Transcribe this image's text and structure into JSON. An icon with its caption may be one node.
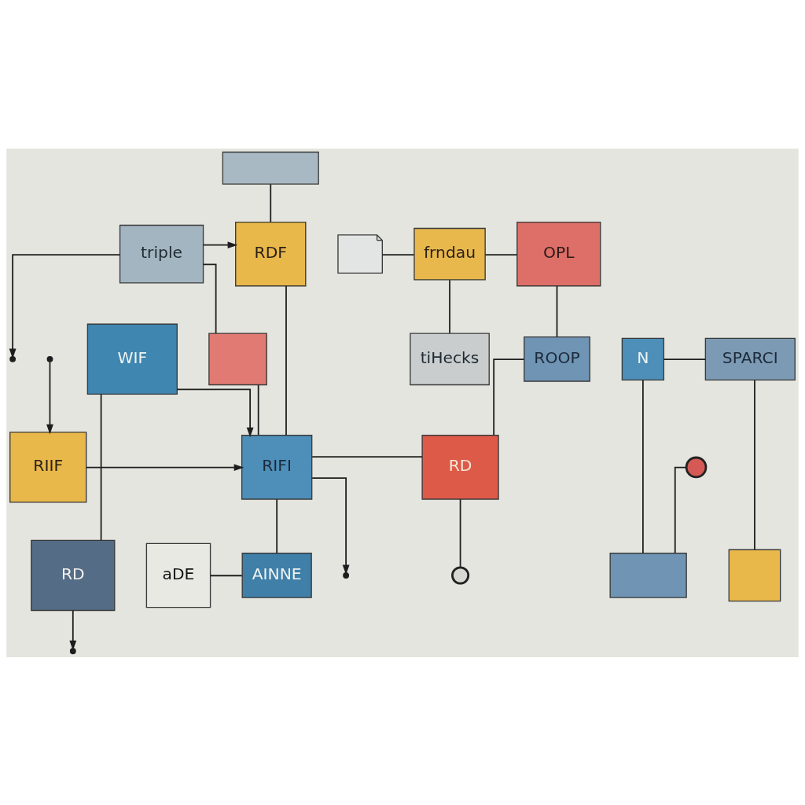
{
  "diagram": {
    "nodes": [
      {
        "text": [
          "triple"
        ]
      },
      {
        "text": [
          "RDF"
        ]
      },
      {
        "text": [],
        "shape": "picture"
      },
      {
        "text": [
          "frndau"
        ]
      },
      {
        "text": [
          "OPL"
        ]
      },
      {
        "text": [],
        "shape": "box"
      },
      {
        "text": [],
        "shape": "box"
      },
      {
        "text": [
          "tiHecks"
        ]
      },
      {
        "text": [
          "ROOP"
        ]
      },
      {
        "text": [
          "RIIF"
        ]
      },
      {
        "text": [
          "RIFI"
        ]
      },
      {
        "text": [
          "RD"
        ]
      },
      {
        "text": [],
        "shape": "circle"
      },
      {
        "text": [
          "WIF"
        ]
      },
      {
        "text": [
          "N"
        ]
      },
      {
        "text": [
          "SPARCI"
        ]
      },
      {
        "text": [],
        "shape": "circle"
      },
      {
        "text": [
          "RD"
        ]
      },
      {
        "text": [
          "aDE"
        ]
      },
      {
        "text": [
          "AINNE"
        ]
      },
      {
        "text": [],
        "shape": "box"
      },
      {
        "text": [],
        "shape": "box"
      }
    ],
    "edges": [
      {
        "from": 0,
        "to": null,
        "arrow": "to"
      },
      {
        "from": 0,
        "to": 1,
        "arrow": "to"
      },
      {
        "from": 0,
        "to": 6,
        "arrow": "none"
      },
      {
        "from": 5,
        "to": 1,
        "arrow": "none"
      },
      {
        "from": 6,
        "to": 10,
        "arrow": "none"
      },
      {
        "from": 1,
        "to": 10,
        "arrow": "none"
      },
      {
        "from": 2,
        "to": 3,
        "arrow": "none"
      },
      {
        "from": 3,
        "to": 4,
        "arrow": "none"
      },
      {
        "from": 3,
        "to": 7,
        "arrow": "none"
      },
      {
        "from": 4,
        "to": 8,
        "arrow": "none"
      },
      {
        "from": 8,
        "to": 11,
        "arrow": "none"
      },
      {
        "from": 11,
        "to": 12,
        "arrow": "none"
      },
      {
        "from": null,
        "to": 9,
        "arrow": "to"
      },
      {
        "from": 9,
        "to": 10,
        "arrow": "to"
      },
      {
        "from": 13,
        "to": 10,
        "arrow": "to"
      },
      {
        "from": 10,
        "to": null,
        "arrow": "to"
      },
      {
        "from": 10,
        "to": 11,
        "arrow": "none"
      },
      {
        "from": 10,
        "to": 19,
        "arrow": "none"
      },
      {
        "from": 13,
        "to": 17,
        "arrow": "none"
      },
      {
        "from": 17,
        "to": null,
        "arrow": "to"
      },
      {
        "from": 18,
        "to": 19,
        "arrow": "none"
      },
      {
        "from": 14,
        "to": 15,
        "arrow": "none"
      },
      {
        "from": 14,
        "to": 20,
        "arrow": "none"
      },
      {
        "from": 16,
        "to": 20,
        "arrow": "none"
      },
      {
        "from": 15,
        "to": 21,
        "arrow": "none"
      }
    ]
  }
}
